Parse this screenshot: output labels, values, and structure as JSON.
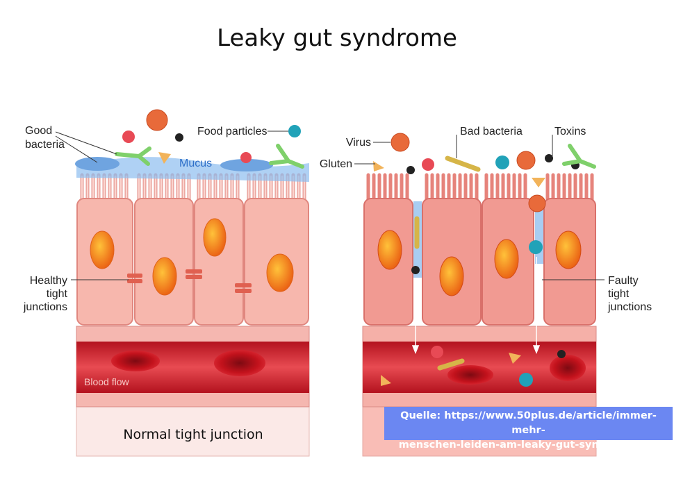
{
  "title": "Leaky gut syndrome",
  "left_panel": {
    "caption": "Normal tight junction",
    "labels": {
      "good_bacteria_1": "Good",
      "good_bacteria_2": "bacteria",
      "food_particles": "Food particles",
      "mucus": "Mucus",
      "healthy_1": "Healthy",
      "healthy_2": "tight",
      "healthy_3": "junctions",
      "blood_flow": "Blood flow"
    }
  },
  "right_panel": {
    "labels": {
      "virus": "Virus",
      "gluten": "Gluten",
      "bad_bacteria": "Bad bacteria",
      "toxins": "Toxins",
      "faulty_1": "Faulty",
      "faulty_2": "tight",
      "faulty_3": "junctions"
    }
  },
  "source": {
    "line1": "Quelle: https://www.50plus.de/article/immer-mehr-",
    "line2": "menschen-leiden-am-leaky-gut-syndrom.html"
  },
  "colors": {
    "cell": "#f7b7ad",
    "cell_right": "#f19a92",
    "nucleus": "#f39a1e",
    "blood": "#d5232f",
    "mucus": "#7fb2e8",
    "source_bg": "#6b87f2"
  }
}
